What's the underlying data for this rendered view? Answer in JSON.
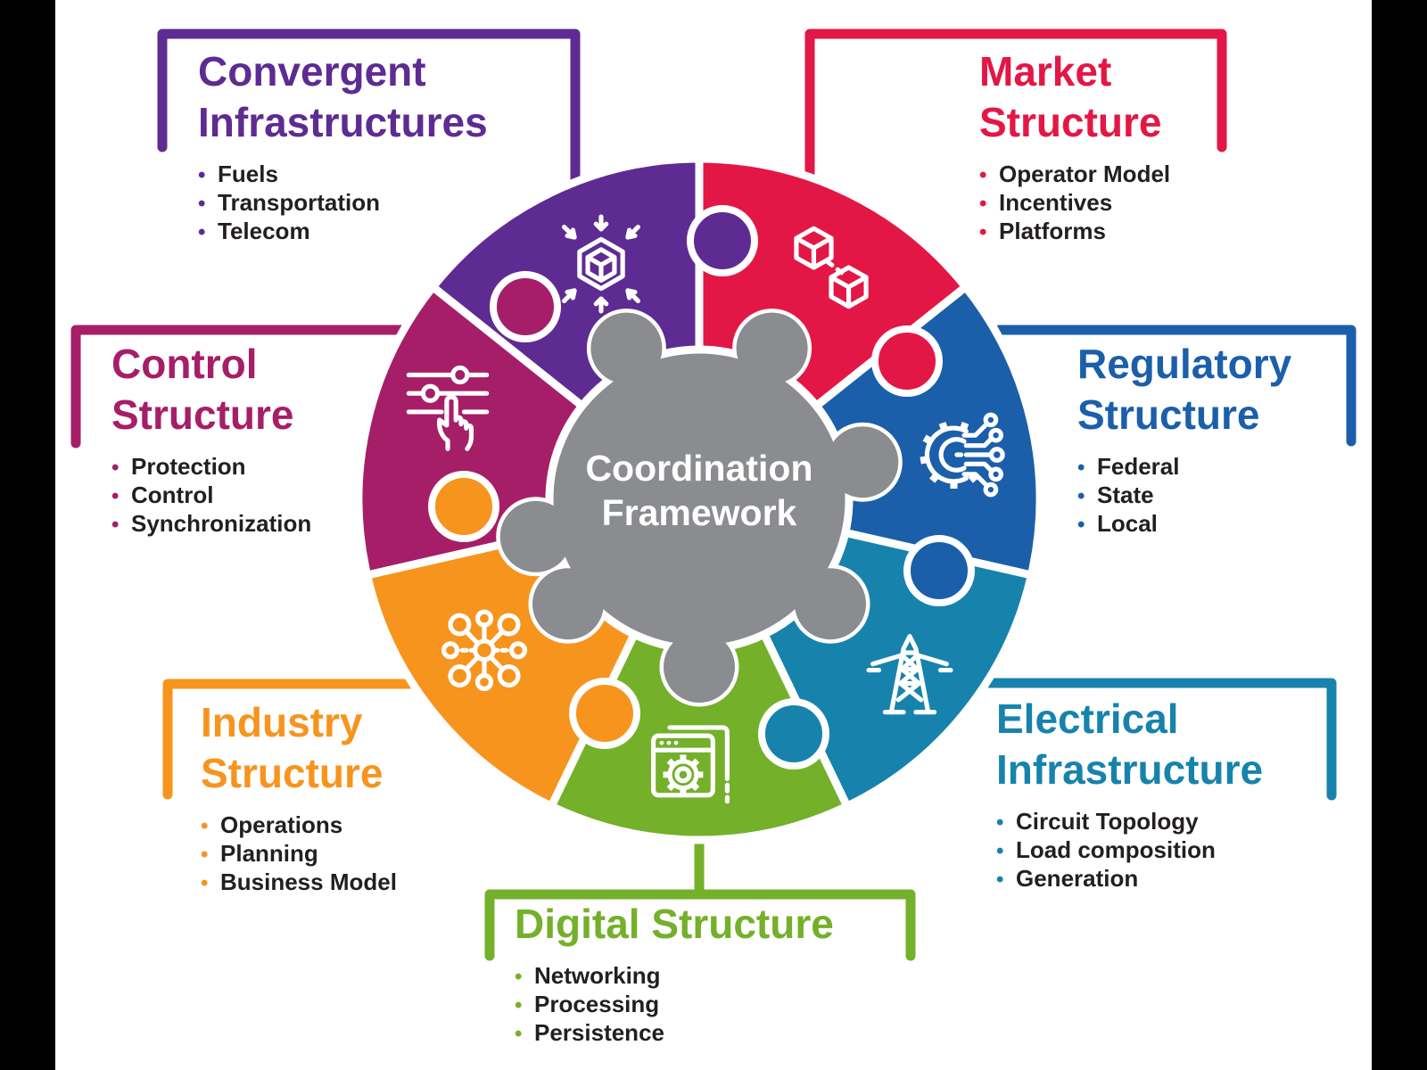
{
  "canvas": {
    "background": "#FFFFFF",
    "letterbox": "#000000"
  },
  "center": {
    "line1": "Coordination",
    "line2": "Framework",
    "color": "#8A8C8F",
    "text_color": "#FFFFFF"
  },
  "sections": {
    "convergent": {
      "title_lines": [
        "Convergent",
        "Infrastructures"
      ],
      "items": [
        "Fuels",
        "Transportation",
        "Telecom"
      ],
      "color": "#5E2B92",
      "icon": "convergence-cube-icon"
    },
    "market": {
      "title_lines": [
        "Market",
        "Structure"
      ],
      "items": [
        "Operator Model",
        "Incentives",
        "Platforms"
      ],
      "color": "#E31745",
      "icon": "linked-cubes-icon"
    },
    "regulatory": {
      "title_lines": [
        "Regulatory",
        "Structure"
      ],
      "items": [
        "Federal",
        "State",
        "Local"
      ],
      "color": "#1B5FAA",
      "icon": "gear-circuit-icon"
    },
    "electrical": {
      "title_lines": [
        "Electrical",
        "Infrastructure"
      ],
      "items": [
        "Circuit Topology",
        "Load composition",
        "Generation"
      ],
      "color": "#1783AC",
      "icon": "transmission-tower-icon"
    },
    "digital": {
      "title_lines": [
        "Digital Structure"
      ],
      "items": [
        "Networking",
        "Processing",
        "Persistence"
      ],
      "color": "#74B02A",
      "icon": "browser-gear-icon"
    },
    "industry": {
      "title_lines": [
        "Industry",
        "Structure"
      ],
      "items": [
        "Operations",
        "Planning",
        "Business Model"
      ],
      "color": "#F7941E",
      "icon": "hub-network-icon"
    },
    "control": {
      "title_lines": [
        "Control",
        "Structure"
      ],
      "items": [
        "Protection",
        "Control",
        "Synchronization"
      ],
      "color": "#A61E68",
      "icon": "sliders-hand-icon"
    }
  }
}
